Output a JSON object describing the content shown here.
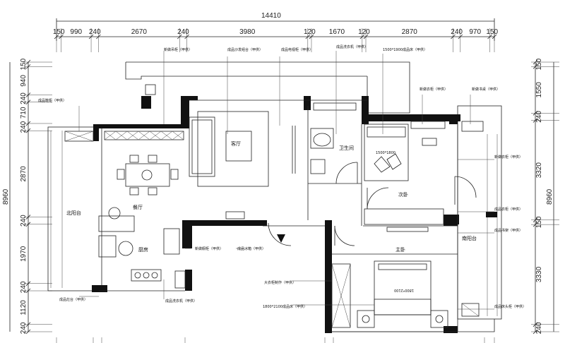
{
  "drawing": {
    "overall_width": "14410",
    "overall_height": "8960",
    "top_dims": [
      "150",
      "990",
      "240",
      "2670",
      "240",
      "3980",
      "120",
      "1670",
      "120",
      "2870",
      "240",
      "970",
      "150"
    ],
    "left_dims": [
      "150",
      "940",
      "240",
      "710",
      "240",
      "2870",
      "240",
      "1970",
      "240",
      "1120",
      "240"
    ],
    "right_dims": [
      "150",
      "1550",
      "240",
      "3320",
      "150",
      "3330",
      "240"
    ]
  },
  "rooms": {
    "living_room": "客厅",
    "dining_room": "餐厅",
    "kitchen": "厨房",
    "bathroom": "卫生间",
    "second_bedroom": "次卧",
    "master_bedroom": "主卧",
    "balcony_left": "北阳台",
    "balcony_right": "南阳台"
  },
  "furniture_labels": {
    "bed_small": "1500*1800",
    "bed_master": "1800*2100"
  },
  "annotations": {
    "top_a": "新做吊柜（甲供）",
    "top_b": "成品沙发组合（甲供）",
    "top_c": "成品电视柜（甲供）",
    "top_d": "成品洗衣机（甲供）",
    "top_e": "1500*1900成品床（甲供）",
    "top_f": "新做衣柜（甲供）",
    "top_g": "新做书桌（甲供）",
    "left_a": "成品鞋柜（甲供）",
    "mid_a": "新做橱柜（甲供）",
    "mid_b": "成品冰箱（甲供）",
    "right_a": "成品衣柜（甲供）",
    "right_b": "成品书架（甲供）",
    "right_c": "新做衣柜（甲供）",
    "bottom_a": "成品灶台（甲供）",
    "bottom_b": "成品洗衣机（甲供）",
    "bottom_c": "大衣柜制作（甲供）",
    "bottom_d": "1800*2100成品床（甲供）",
    "bottom_e": "成品床头柜（甲供）"
  }
}
